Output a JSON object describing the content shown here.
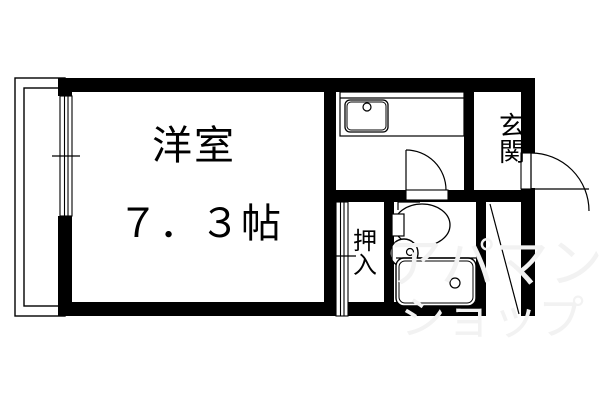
{
  "document": {
    "type": "floor-plan",
    "title": "賃貸間取図",
    "background_color": "#ffffff",
    "line_color": "#000000",
    "watermark_color": "#f2f2f2"
  },
  "rooms": {
    "main_room_label": "洋室",
    "main_room_area": "７．３帖",
    "entrance_label": "玄関",
    "closet_label": "押入"
  },
  "watermark": {
    "line1": "アパマン",
    "line2": "ショップ"
  },
  "fixtures": {
    "kitchen_sink": "kitchen-sink-icon",
    "toilet": "toilet-icon",
    "wash_basin": "wash-basin-icon",
    "bathtub": "bathtub-icon",
    "entrance_door": "entrance-door-icon",
    "kitchen_door": "kitchen-door-icon",
    "bath_door": "bath-door-icon",
    "balcony_window": "sliding-window-icon",
    "closet_doors": "sliding-closet-door-icon",
    "shoe_box": "shoe-box-icon",
    "balcony": "balcony-icon"
  }
}
